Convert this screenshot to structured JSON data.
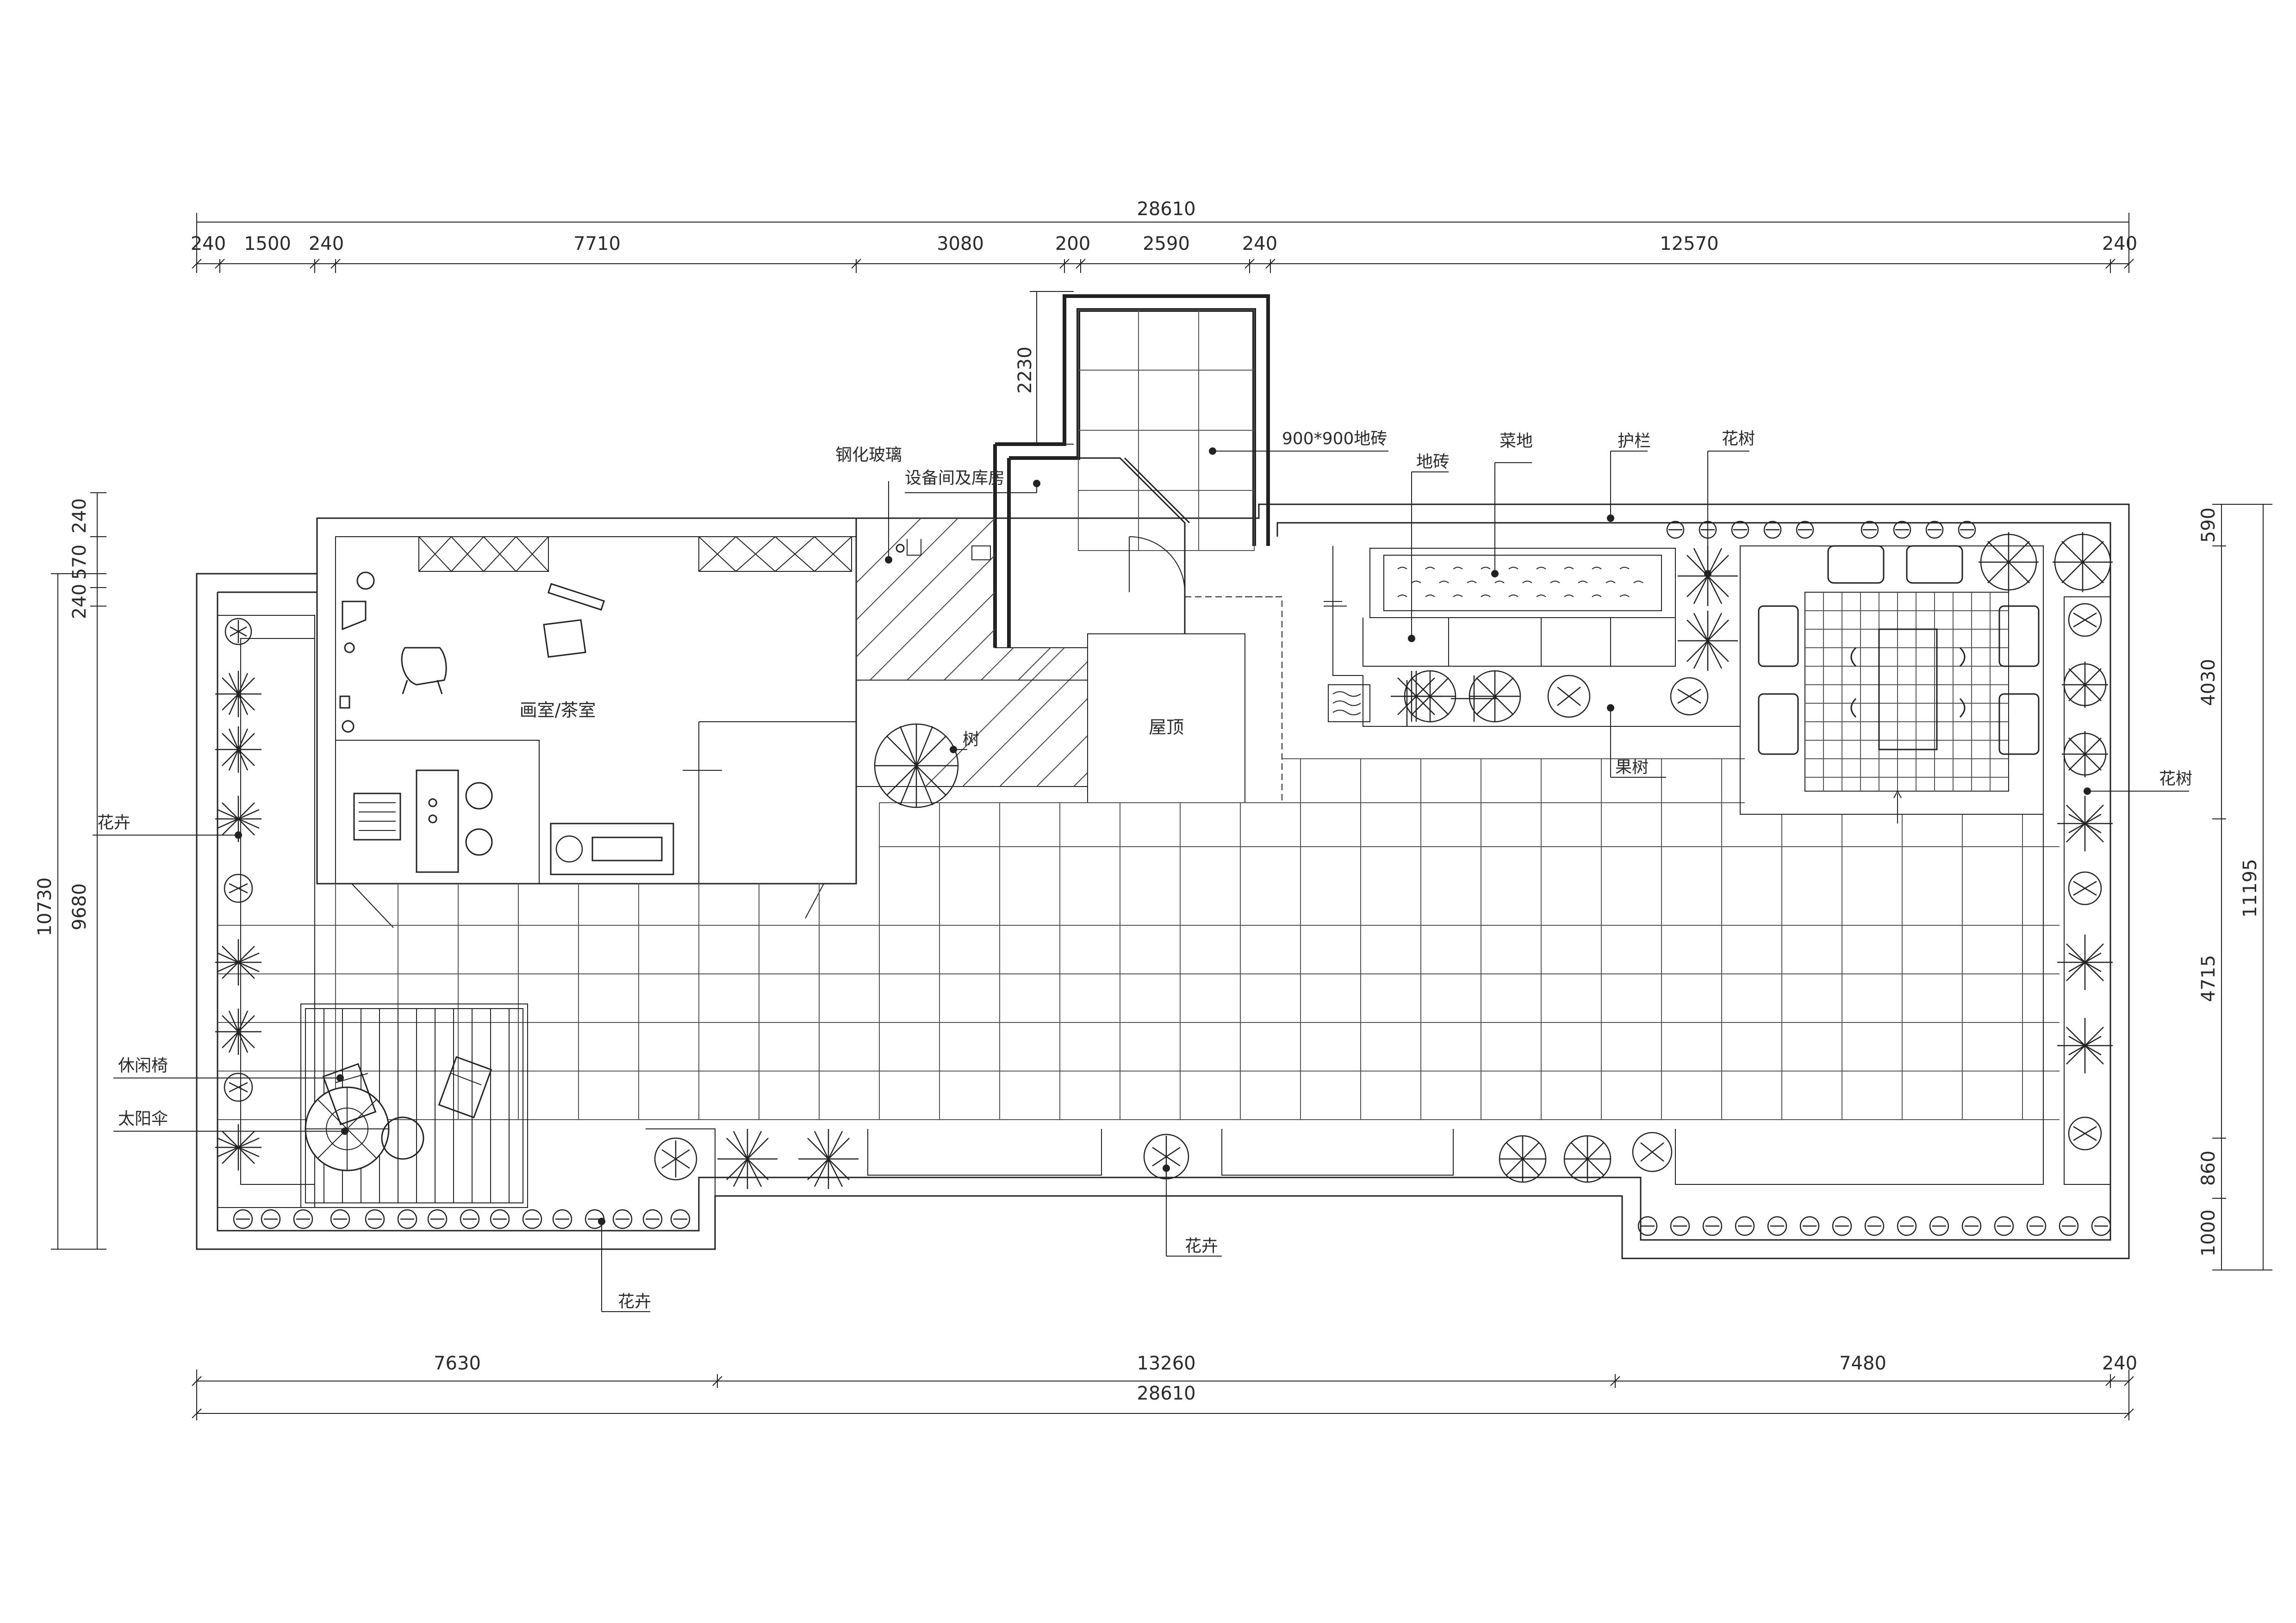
{
  "dimensions": {
    "top_total": "28610",
    "top_segments": [
      "240",
      "1500",
      "240",
      "7710",
      "3080",
      "200",
      "2590",
      "240",
      "12570",
      "240"
    ],
    "stair_height": "2230",
    "bottom_segments": [
      "7630",
      "13260",
      "7480",
      "240"
    ],
    "bottom_total": "28610",
    "left_outer": "10730",
    "left_inner": "9680",
    "left_top": [
      "240",
      "570",
      "240"
    ],
    "right_total": "11195",
    "right_segments": [
      "590",
      "4030",
      "4715",
      "860",
      "1000"
    ]
  },
  "labels": {
    "tempered_glass": "钢化玻璃",
    "equipment_room": "设备间及库房",
    "floor_tile_900": "900*900地砖",
    "floor_tile": "地砖",
    "vegetable_plot": "菜地",
    "railing": "护栏",
    "flower_tree_top": "花树",
    "flower_tree_right": "花树",
    "tree": "树",
    "fruit_tree": "果树",
    "flowers_left": "花卉",
    "leisure_chair": "休闲椅",
    "sun_umbrella": "太阳伞",
    "flowers_bottom_left": "花卉",
    "flowers_bottom_mid": "花卉"
  },
  "rooms": {
    "studio": "画室/茶室",
    "roof": "屋顶"
  }
}
